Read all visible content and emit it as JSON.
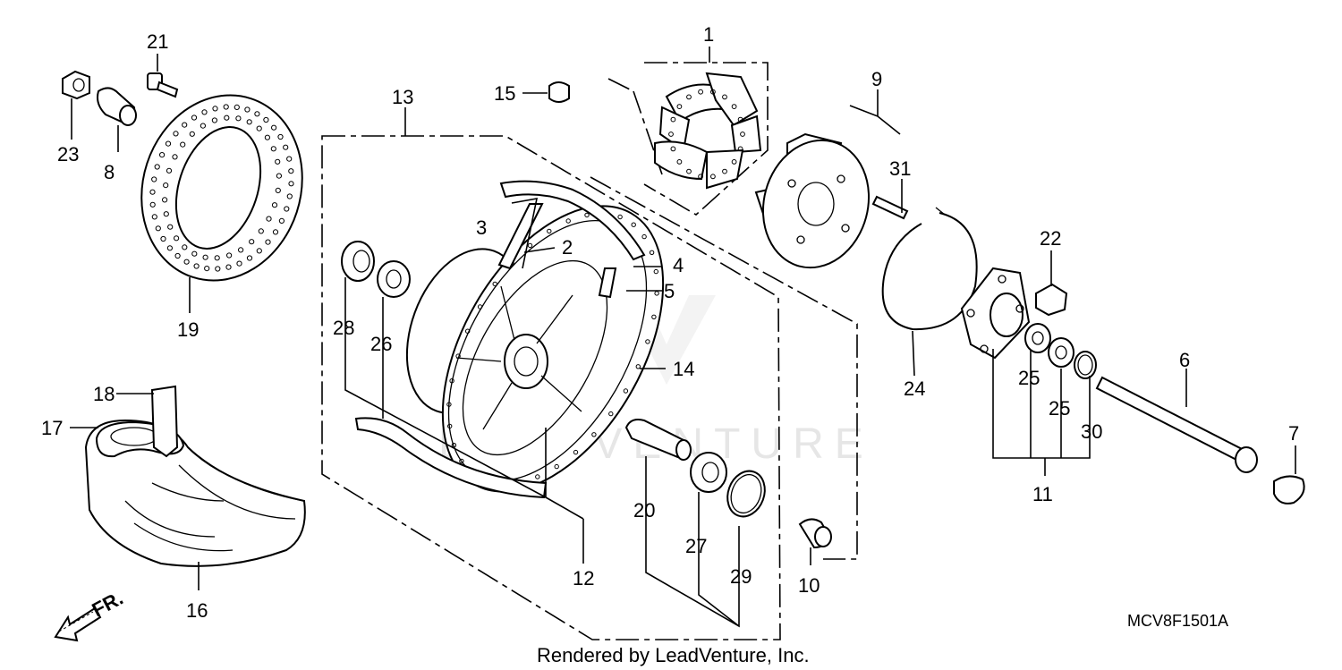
{
  "diagram_code": "MCV8F1501A",
  "credit": "Rendered by LeadVenture, Inc.",
  "watermark": "LEADVENTURE",
  "direction_label": "FR.",
  "callouts": {
    "c1": "1",
    "c2": "2",
    "c3": "3",
    "c4": "4",
    "c5": "5",
    "c6": "6",
    "c7": "7",
    "c8": "8",
    "c9": "9",
    "c10": "10",
    "c11": "11",
    "c12": "12",
    "c13": "13",
    "c14": "14",
    "c15": "15",
    "c16": "16",
    "c17": "17",
    "c18": "18",
    "c19": "19",
    "c20": "20",
    "c21": "21",
    "c22": "22",
    "c23": "23",
    "c24": "24",
    "c25a": "25",
    "c25b": "25",
    "c26": "26",
    "c27": "27",
    "c28": "28",
    "c29": "29",
    "c30": "30",
    "c31": "31"
  }
}
